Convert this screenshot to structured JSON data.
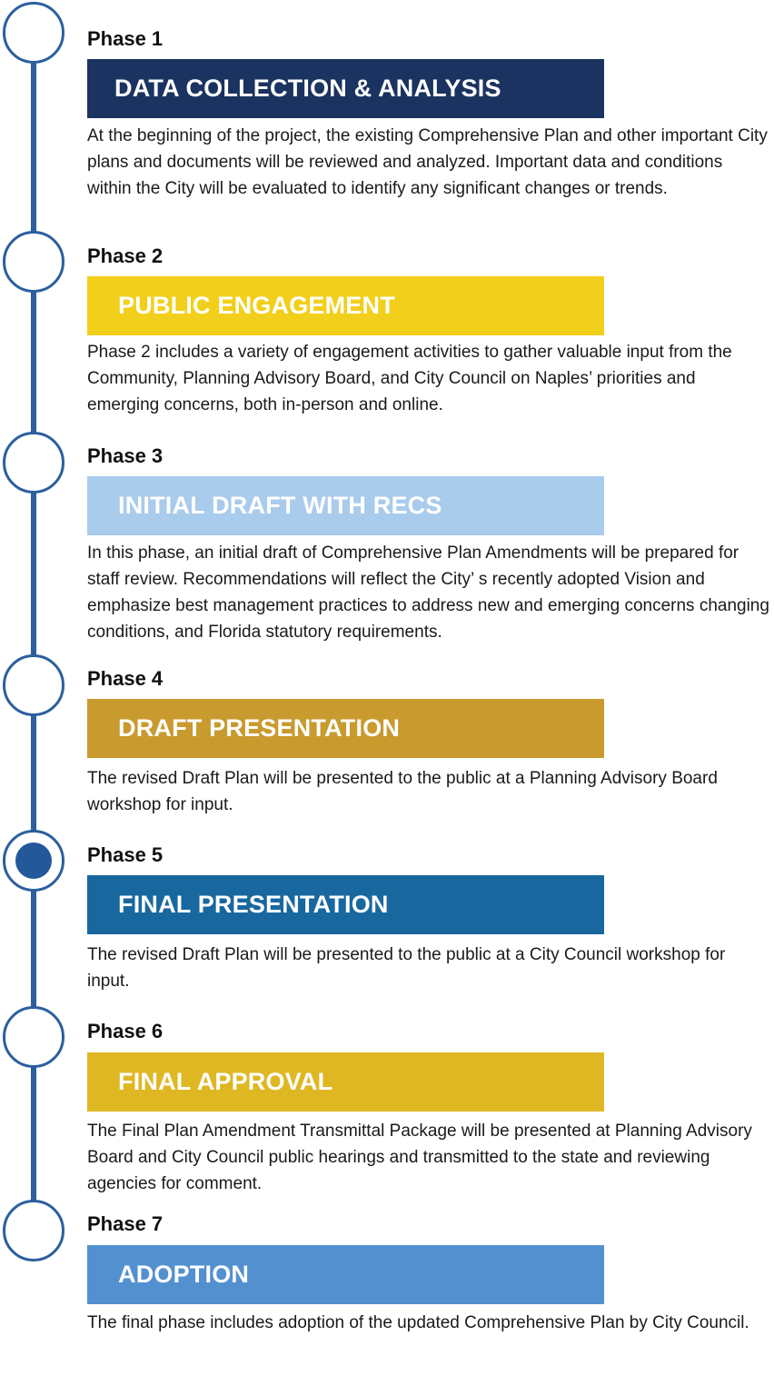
{
  "colors": {
    "timeline": "#2b5f9e",
    "phase1_banner": "#1b3360",
    "phase2_banner": "#f2cf1a",
    "phase3_banner": "#a9cbec",
    "phase4_banner": "#c99a2e",
    "phase5_banner": "#18689f",
    "phase6_banner": "#dfb723",
    "phase7_banner": "#5390cf",
    "active_node": "#23589a"
  },
  "phases": [
    {
      "label": "Phase 1",
      "title": "DATA COLLECTION & ANALYSIS",
      "description": "At the beginning of the project, the existing Comprehensive Plan and other important City plans and documents will be reviewed and analyzed. Important data and conditions within the City will be evaluated to identify any significant changes or trends."
    },
    {
      "label": "Phase 2",
      "title": "PUBLIC ENGAGEMENT",
      "description": "Phase 2 includes a variety of engagement activities to gather valuable input from the Community, Planning Advisory Board, and City Council on Naples’ priorities and emerging concerns, both in-person and online."
    },
    {
      "label": "Phase 3",
      "title": "INITIAL DRAFT WITH RECS",
      "description": "In this phase, an initial draft of Comprehensive Plan Amendments will be prepared for staff review. Recommendations will reflect the City’ s recently adopted Vision and emphasize best management practices to address new and emerging concerns changing conditions, and Florida statutory requirements."
    },
    {
      "label": "Phase 4",
      "title": "DRAFT PRESENTATION",
      "description": "The revised Draft Plan will be presented to the public at a Planning Advisory Board workshop for input."
    },
    {
      "label": "Phase 5",
      "title": "FINAL PRESENTATION",
      "description": "The revised Draft Plan will be presented to the public at a City Council workshop for input."
    },
    {
      "label": "Phase 6",
      "title": "FINAL APPROVAL",
      "description": "The Final Plan Amendment Transmittal Package will be presented at Planning Advisory Board and City Council public hearings and transmitted to the state and reviewing agencies for comment."
    },
    {
      "label": "Phase 7",
      "title": "ADOPTION",
      "description": "The final phase includes adoption of the updated Comprehensive Plan by City Council."
    }
  ]
}
